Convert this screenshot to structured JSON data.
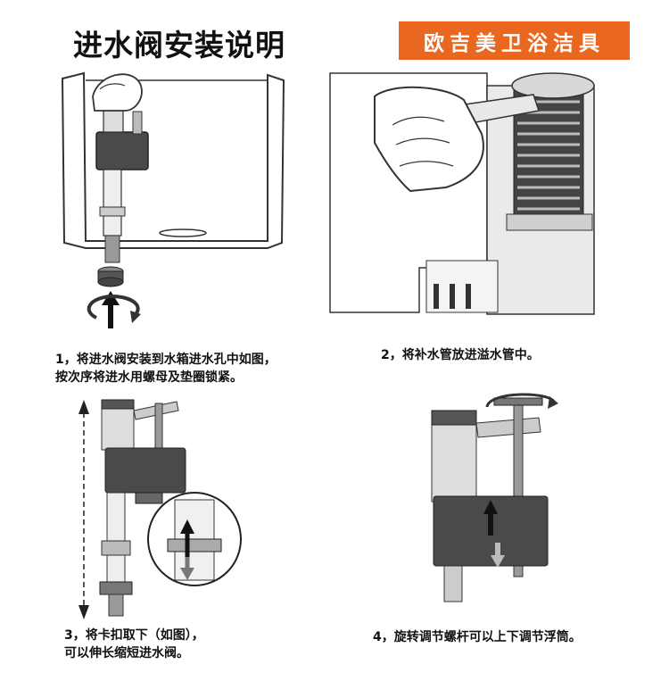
{
  "header": {
    "title": "进水阀安装说明",
    "brand": "欧吉美卫浴洁具"
  },
  "steps": [
    {
      "line1": "1，将进水阀安装到水箱进水孔中如图，",
      "line2": "按次序将进水用螺母及垫圈锁紧。"
    },
    {
      "line1": "2，将补水管放进溢水管中。",
      "line2": ""
    },
    {
      "line1": "3，将卡扣取下（如图），",
      "line2": "可以伸长缩短进水阀。"
    },
    {
      "line1": "4，旋转调节螺杆可以上下调节浮筒。",
      "line2": ""
    }
  ],
  "colors": {
    "brand_bg": "#e9671f",
    "brand_text": "#ffffff",
    "ink": "#111111",
    "valve_body": "#4a4a4a"
  }
}
